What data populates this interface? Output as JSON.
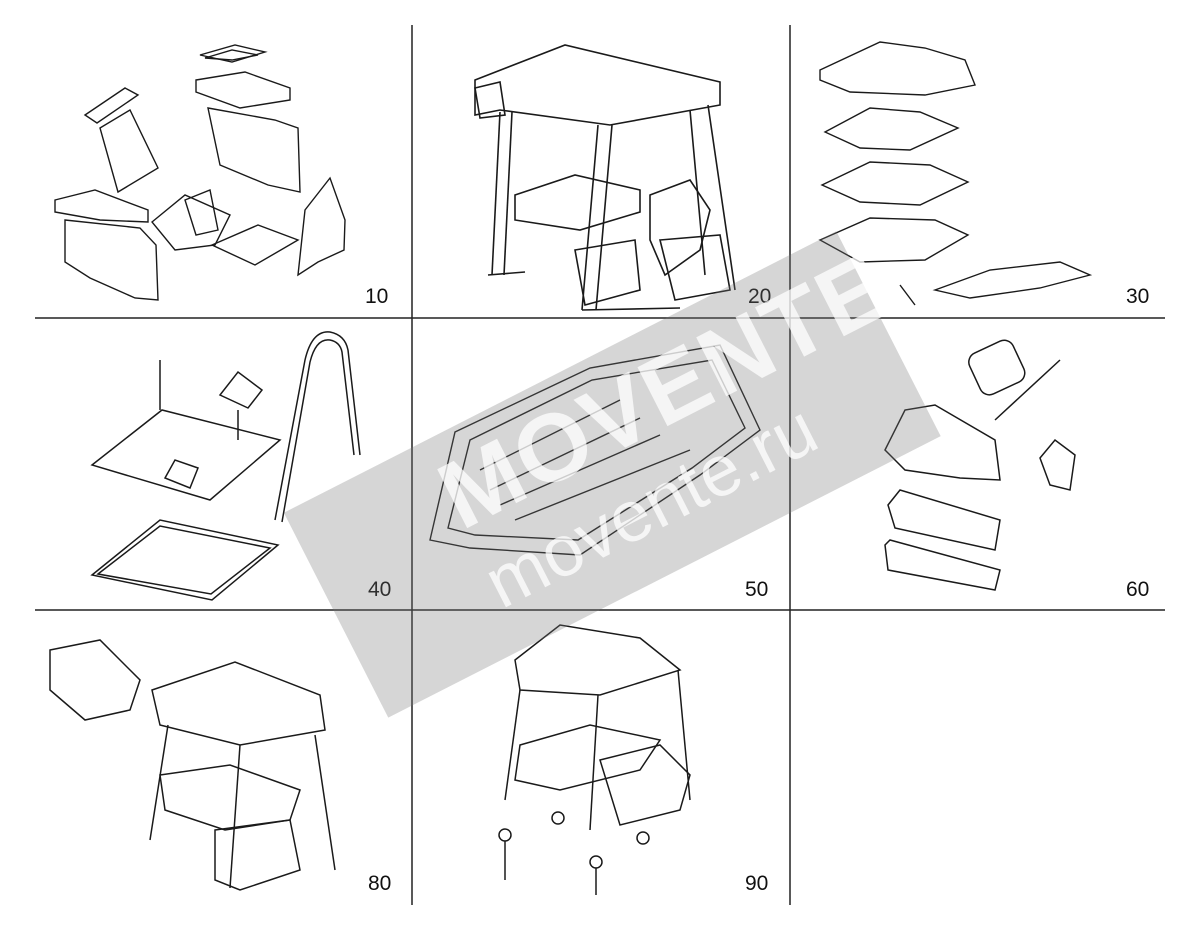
{
  "cells": [
    {
      "label": "10"
    },
    {
      "label": "20"
    },
    {
      "label": "30"
    },
    {
      "label": "40"
    },
    {
      "label": "50"
    },
    {
      "label": "60"
    },
    {
      "label": "80"
    },
    {
      "label": "90"
    }
  ],
  "watermark": {
    "brand": "MOVENTE",
    "site": "movente.ru"
  },
  "colors": {
    "line": "#1a1a1a",
    "watermark": "#8a8a8a"
  }
}
